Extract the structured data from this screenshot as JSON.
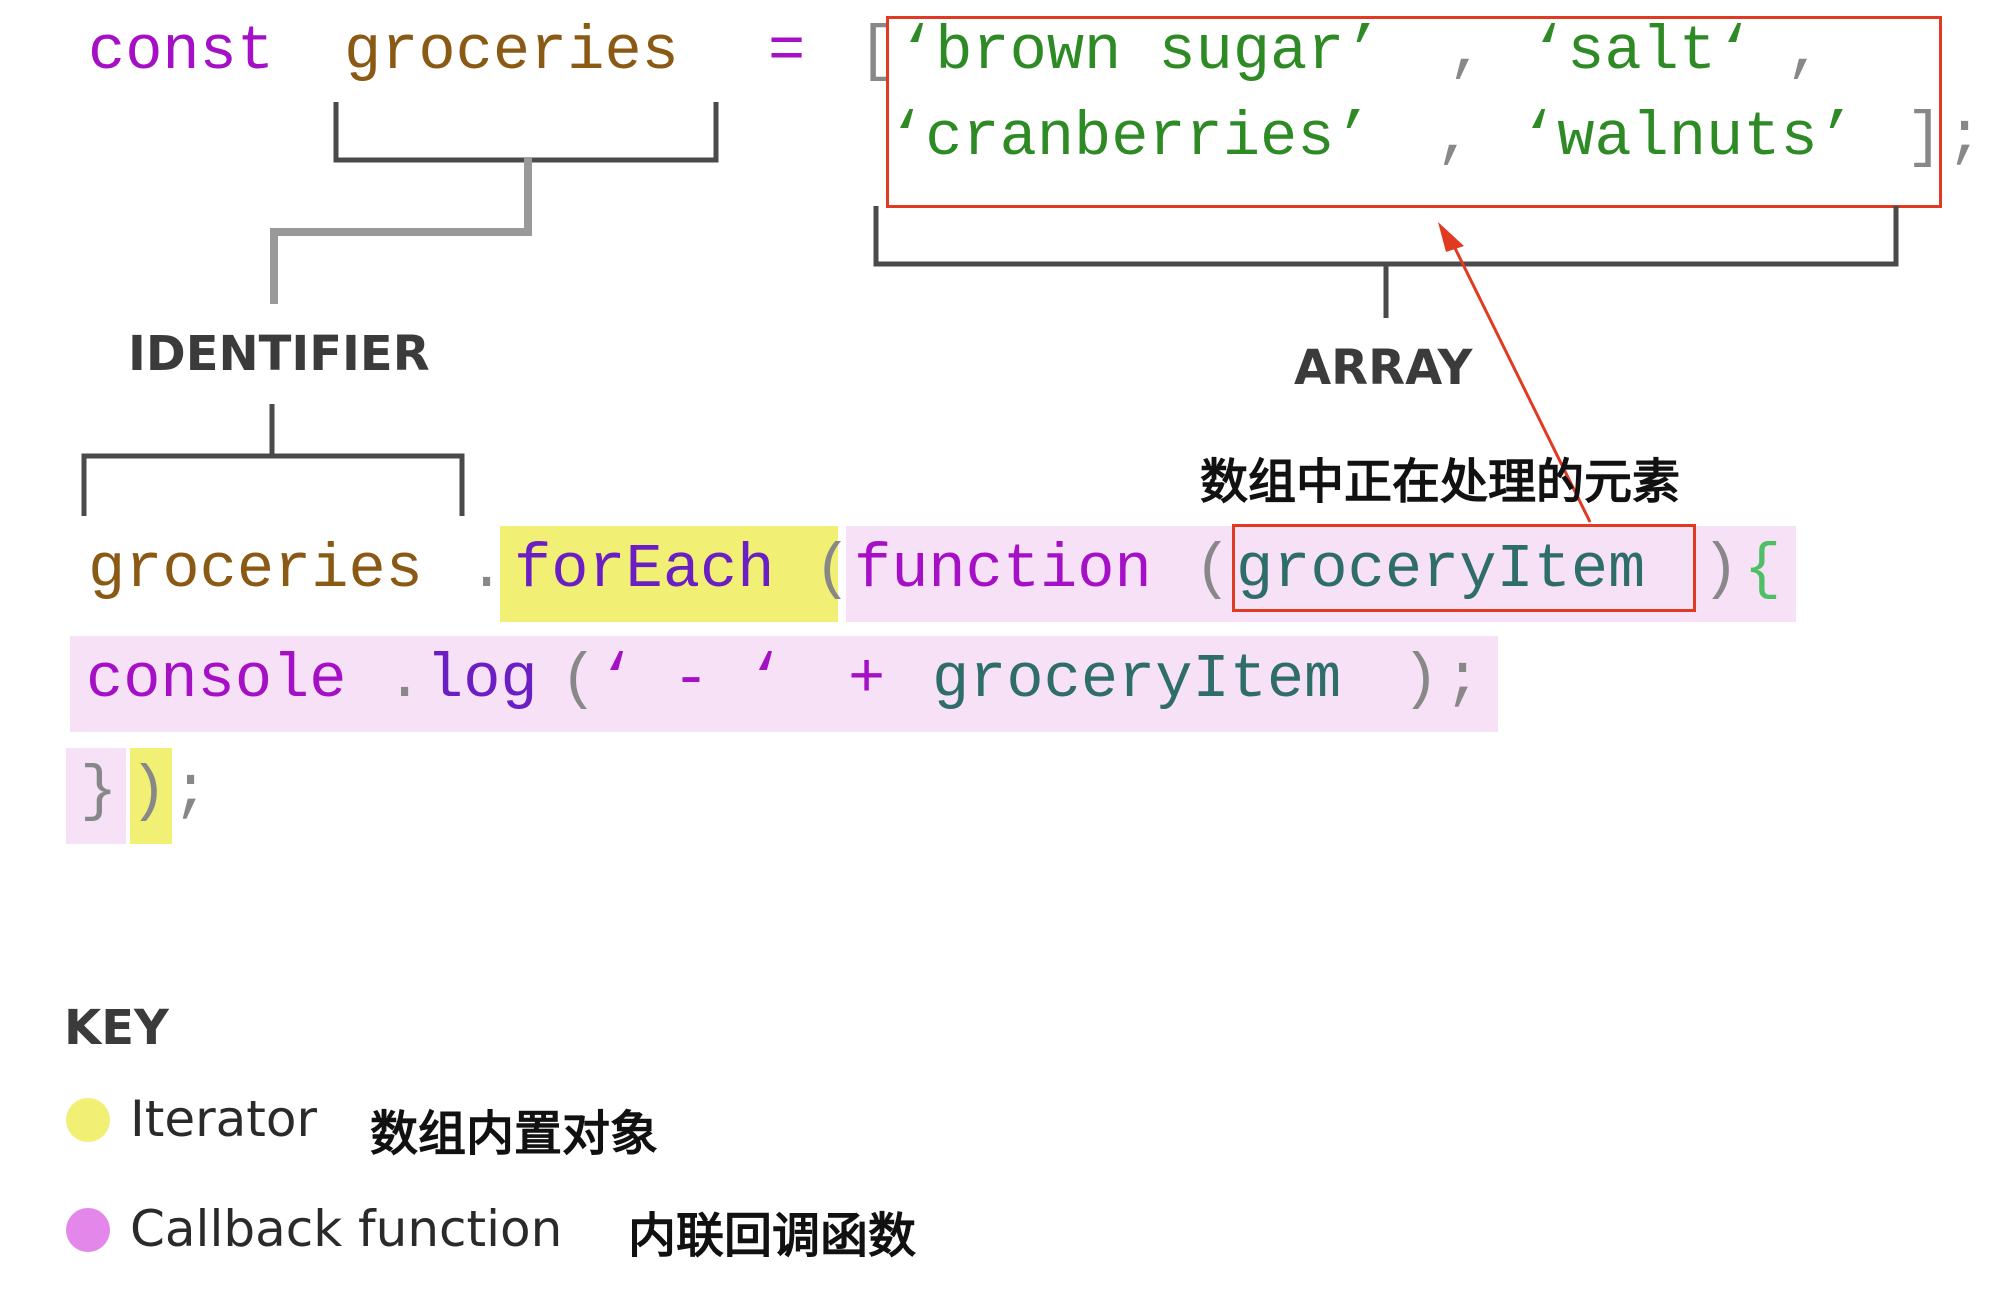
{
  "code": {
    "line1": {
      "keyword": "const",
      "identifier": "groceries",
      "equals": "=",
      "open_bracket": "[",
      "item1": "‘brown sugar’",
      "comma1": ",",
      "item2": "‘salt‘",
      "comma2": ","
    },
    "line2": {
      "item3": "‘cranberries’",
      "comma3": ",",
      "item4": "‘walnuts’",
      "close_bracket": "]",
      "semicolon": ";"
    },
    "line3": {
      "identifier": "groceries",
      "dot": ".",
      "method": "forEach",
      "open_paren": "(",
      "keyword": "function",
      "param_open": "(",
      "param": "groceryItem",
      "param_close": ")",
      "brace_open": "{"
    },
    "line4": {
      "object": "console",
      "dot": ".",
      "method": "log",
      "open_paren": "(",
      "string": "‘ - ‘",
      "plus": "+",
      "param": "groceryItem",
      "close_paren": ")",
      "semicolon": ";"
    },
    "line5": {
      "brace_close": "}",
      "paren_close": ")",
      "semicolon": ";"
    }
  },
  "labels": {
    "identifier": "IDENTIFIER",
    "array": "ARRAY",
    "element_annotation": "数组中正在处理的元素"
  },
  "legend": {
    "title": "KEY",
    "items": [
      {
        "label": "Iterator",
        "note": "数组内置对象",
        "color": "#f1f074"
      },
      {
        "label": "Callback function",
        "note": "内联回调函数",
        "color": "#e387ea"
      }
    ]
  },
  "colors": {
    "keyword": "#a50fc5",
    "identifier": "#8a5a14",
    "string": "#2e8a24",
    "param": "#2f6d6a",
    "highlight_box": "#e03a23"
  }
}
